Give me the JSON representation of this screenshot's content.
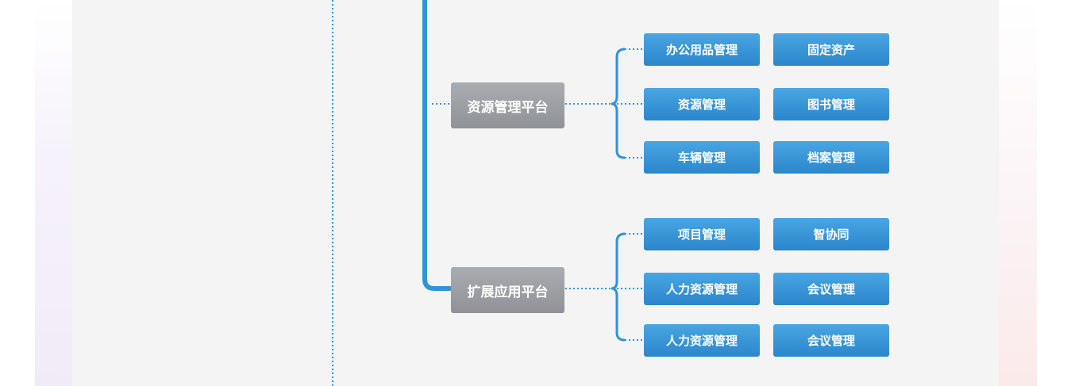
{
  "colors": {
    "accent_blue": "#3193d6",
    "platform_gray": "#9a9da1",
    "panel_bg": "#f4f4f4"
  },
  "platforms": [
    {
      "label": "资源管理平台",
      "items": [
        [
          "办公用品管理",
          "固定资产"
        ],
        [
          "资源管理",
          "图书管理"
        ],
        [
          "车辆管理",
          "档案管理"
        ]
      ]
    },
    {
      "label": "扩展应用平台",
      "items": [
        [
          "项目管理",
          "智协同"
        ],
        [
          "人力资源管理",
          "会议管理"
        ],
        [
          "人力资源管理",
          "会议管理"
        ]
      ]
    }
  ]
}
